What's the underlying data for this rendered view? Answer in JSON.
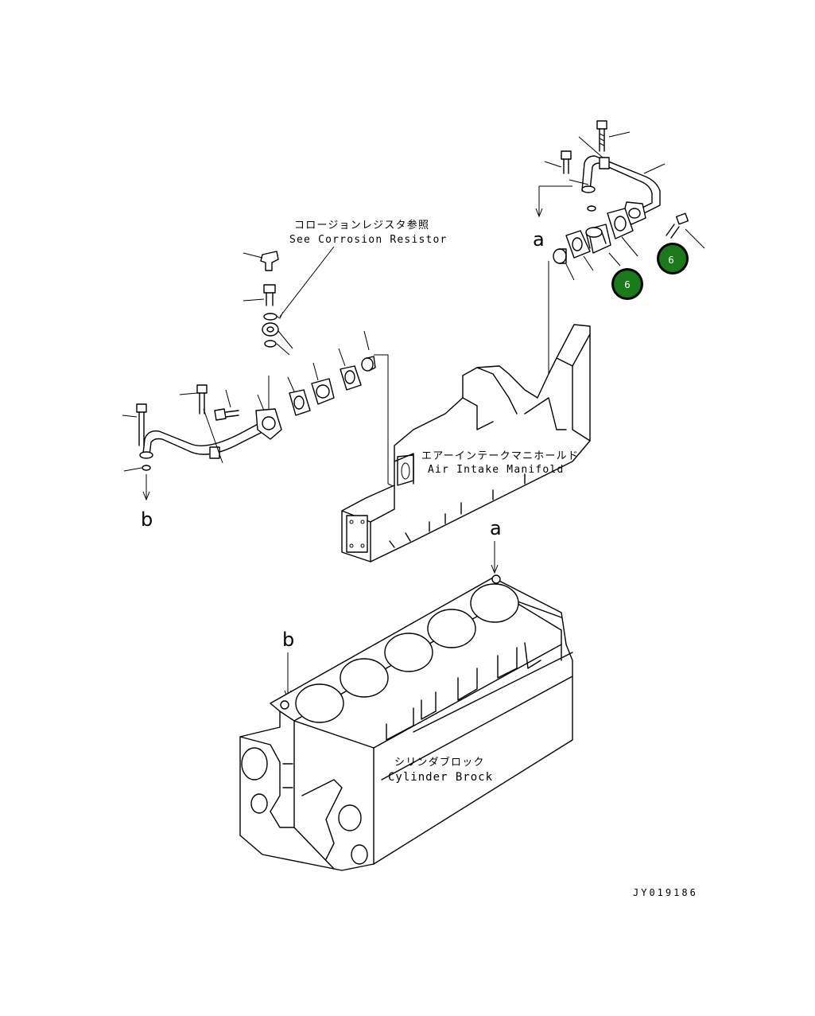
{
  "labels": {
    "corrosion_jp": "コロージョンレジスタ参照",
    "corrosion_en": "See Corrosion Resistor",
    "manifold_jp": "エアーインテークマニホールド",
    "manifold_en": "Air Intake Manifold",
    "block_jp": "シリンダブロック",
    "block_en": "Cylinder Brock"
  },
  "refs": {
    "a": "a",
    "b": "b"
  },
  "badges": [
    {
      "number": "6"
    },
    {
      "number": "6"
    }
  ],
  "drawing_code": "JY019186",
  "colors": {
    "badge_fill": "#1a7a1a",
    "badge_ring": "#000000",
    "line": "#000000",
    "background": "#ffffff"
  }
}
